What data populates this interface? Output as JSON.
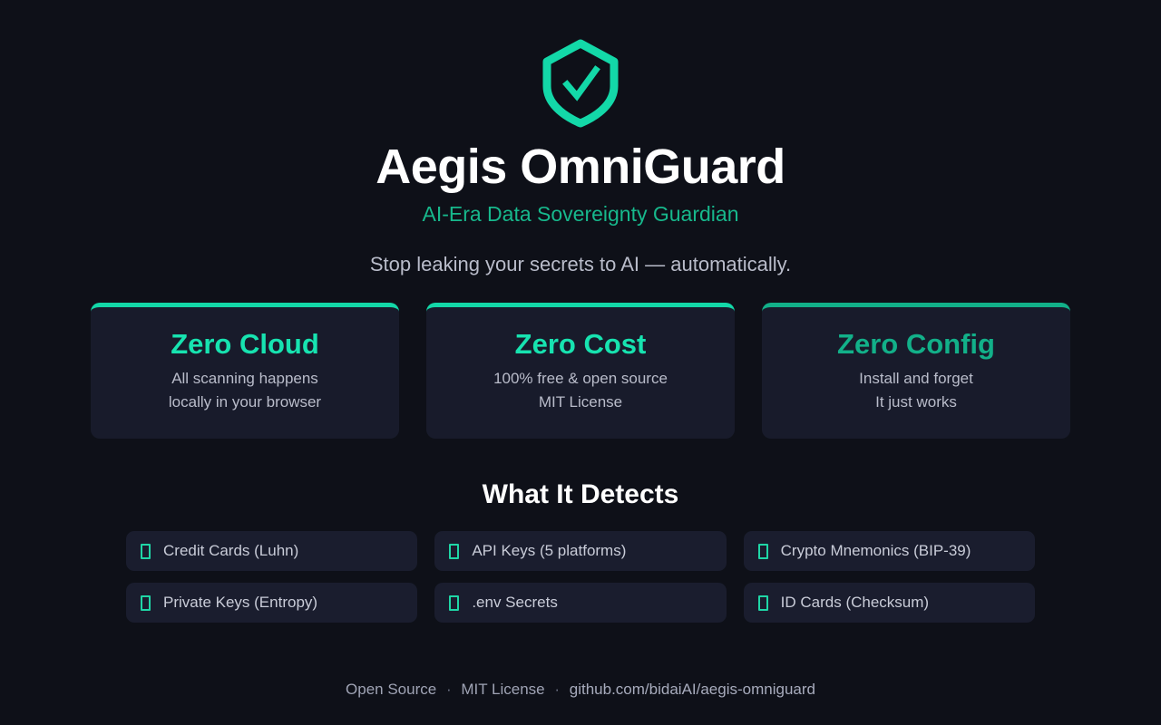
{
  "theme": {
    "background": "#0e1018",
    "accent": "#13d8a8",
    "accent_dim": "#12b089",
    "card_background": "#181b2b",
    "chip_background": "#1a1d2e",
    "text_primary": "#ffffff",
    "text_muted": "#b9bcca"
  },
  "hero": {
    "logo_icon": "shield-check-icon",
    "title": "Aegis OmniGuard",
    "subtitle": "AI-Era Data Sovereignty Guardian",
    "tagline": "Stop leaking your secrets to AI — automatically."
  },
  "features": [
    {
      "title": "Zero Cloud",
      "desc_line1": "All scanning happens",
      "desc_line2": "locally in your browser"
    },
    {
      "title": "Zero Cost",
      "desc_line1": "100% free & open source",
      "desc_line2": "MIT License"
    },
    {
      "title": "Zero Config",
      "desc_line1": "Install and forget",
      "desc_line2": "It just works"
    }
  ],
  "detects": {
    "heading": "What It Detects",
    "items": [
      {
        "icon": "missing-glyph-box-icon",
        "label": "Credit Cards (Luhn)"
      },
      {
        "icon": "missing-glyph-box-icon",
        "label": "API Keys (5 platforms)"
      },
      {
        "icon": "missing-glyph-box-icon",
        "label": "Crypto Mnemonics (BIP-39)"
      },
      {
        "icon": "missing-glyph-box-icon",
        "label": "Private Keys (Entropy)"
      },
      {
        "icon": "missing-glyph-box-icon",
        "label": ".env Secrets"
      },
      {
        "icon": "missing-glyph-box-icon",
        "label": "ID Cards (Checksum)"
      }
    ]
  },
  "footer": {
    "open_source": "Open Source",
    "separator": "·",
    "license": "MIT License",
    "repo": "github.com/bidaiAI/aegis-omniguard"
  }
}
